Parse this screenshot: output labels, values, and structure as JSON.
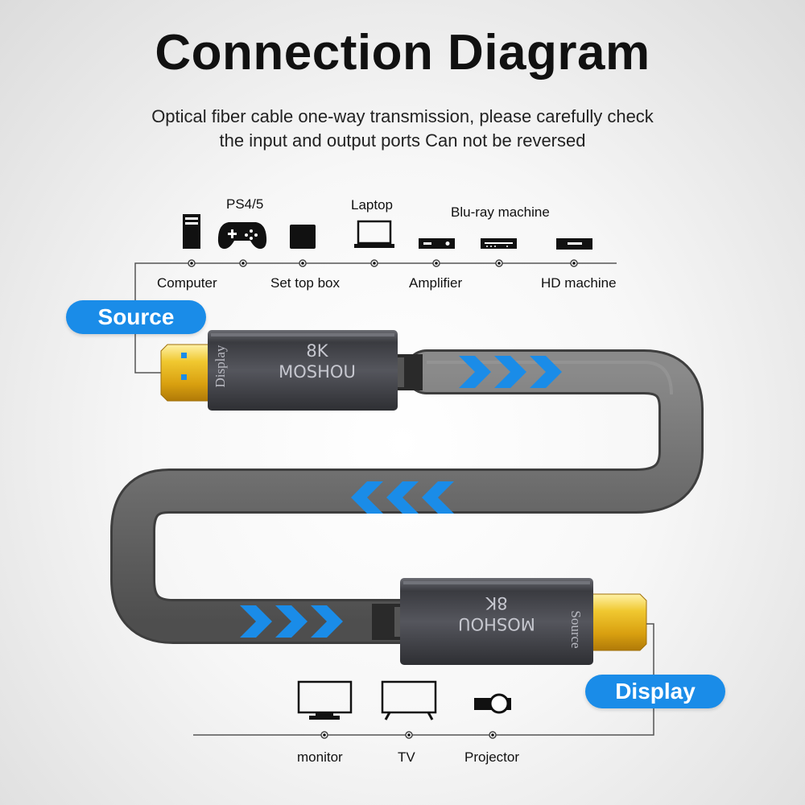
{
  "title": "Connection Diagram",
  "subtitle_line1": "Optical fiber cable one-way transmission, please carefully check",
  "subtitle_line2": "the input and output ports Can not be reversed",
  "source_devices": {
    "top_labels": {
      "ps45": "PS4/5",
      "laptop": "Laptop",
      "bluray": "Blu-ray machine"
    },
    "bottom_labels": {
      "computer": "Computer",
      "settop": "Set top box",
      "amplifier": "Amplifier",
      "hd": "HD machine"
    }
  },
  "source_badge": "Source",
  "display_badge": "Display",
  "connector_top": {
    "side_text": "Display",
    "line1": "8K",
    "line2": "MOSHOU"
  },
  "connector_bottom": {
    "side_text": "Source",
    "line1": "8K",
    "line2": "MOSHOU"
  },
  "display_devices": {
    "monitor": "monitor",
    "tv": "TV",
    "projector": "Projector"
  },
  "colors": {
    "accent_blue": "#1a8ce8",
    "cable": "#6a6a6a",
    "connector": "#4a4b52",
    "gold": "#e8b825"
  },
  "icons": [
    "computer-tower-icon",
    "gamepad-icon",
    "set-top-box-icon",
    "laptop-icon",
    "amplifier-icon",
    "bluray-icon",
    "hd-machine-icon",
    "monitor-icon",
    "tv-icon",
    "projector-icon",
    "chevron-right-icon",
    "chevron-left-icon"
  ]
}
